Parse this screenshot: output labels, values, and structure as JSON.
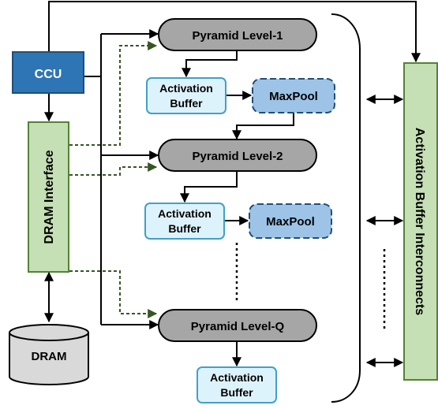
{
  "ccu": {
    "label": "CCU"
  },
  "dram_interface": {
    "label": "DRAM Interface"
  },
  "dram": {
    "label": "DRAM"
  },
  "pyramid_levels": [
    {
      "label": "Pyramid Level-1"
    },
    {
      "label": "Pyramid Level-2"
    },
    {
      "label": "Pyramid Level-Q"
    }
  ],
  "activation_buffers": [
    {
      "line1": "Activation",
      "line2": "Buffer"
    },
    {
      "line1": "Activation",
      "line2": "Buffer"
    },
    {
      "line1": "Activation",
      "line2": "Buffer"
    }
  ],
  "maxpools": [
    {
      "label": "MaxPool"
    },
    {
      "label": "MaxPool"
    }
  ],
  "interconnect": {
    "label": "Activation Buffer Interconnects"
  },
  "colors": {
    "ccu_fill": "#2e75b6",
    "ccu_border": "#1f4e79",
    "green_fill": "#c5e0b4",
    "green_border": "#548235",
    "pyramid_fill": "#a6a6a6",
    "buffer_fill": "#ddf3fb",
    "buffer_border": "#41a0c8",
    "maxpool_fill": "#9dc3e6",
    "maxpool_border": "#1f4e79",
    "dram_fill": "#d9d9d9",
    "dashed_green": "#375623"
  }
}
